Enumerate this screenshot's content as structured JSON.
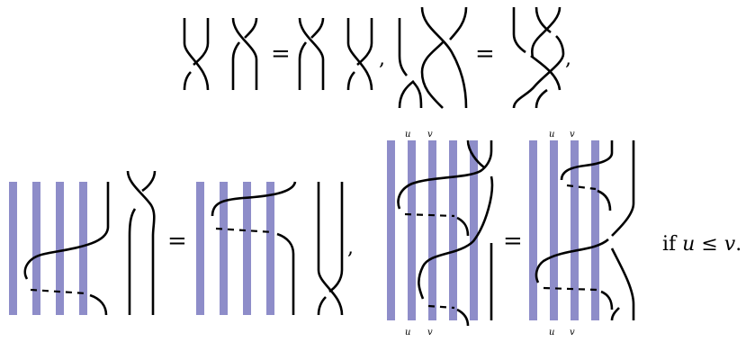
{
  "symbols": {
    "equals": "=",
    "comma": ","
  },
  "labels": {
    "u": "u",
    "v": "v"
  },
  "condition": {
    "prefix": "if ",
    "left": "u",
    "relation": " ≤ ",
    "right": "v",
    "suffix": "."
  },
  "colors": {
    "strand": "#000000",
    "bar": "#8e8dc9"
  }
}
